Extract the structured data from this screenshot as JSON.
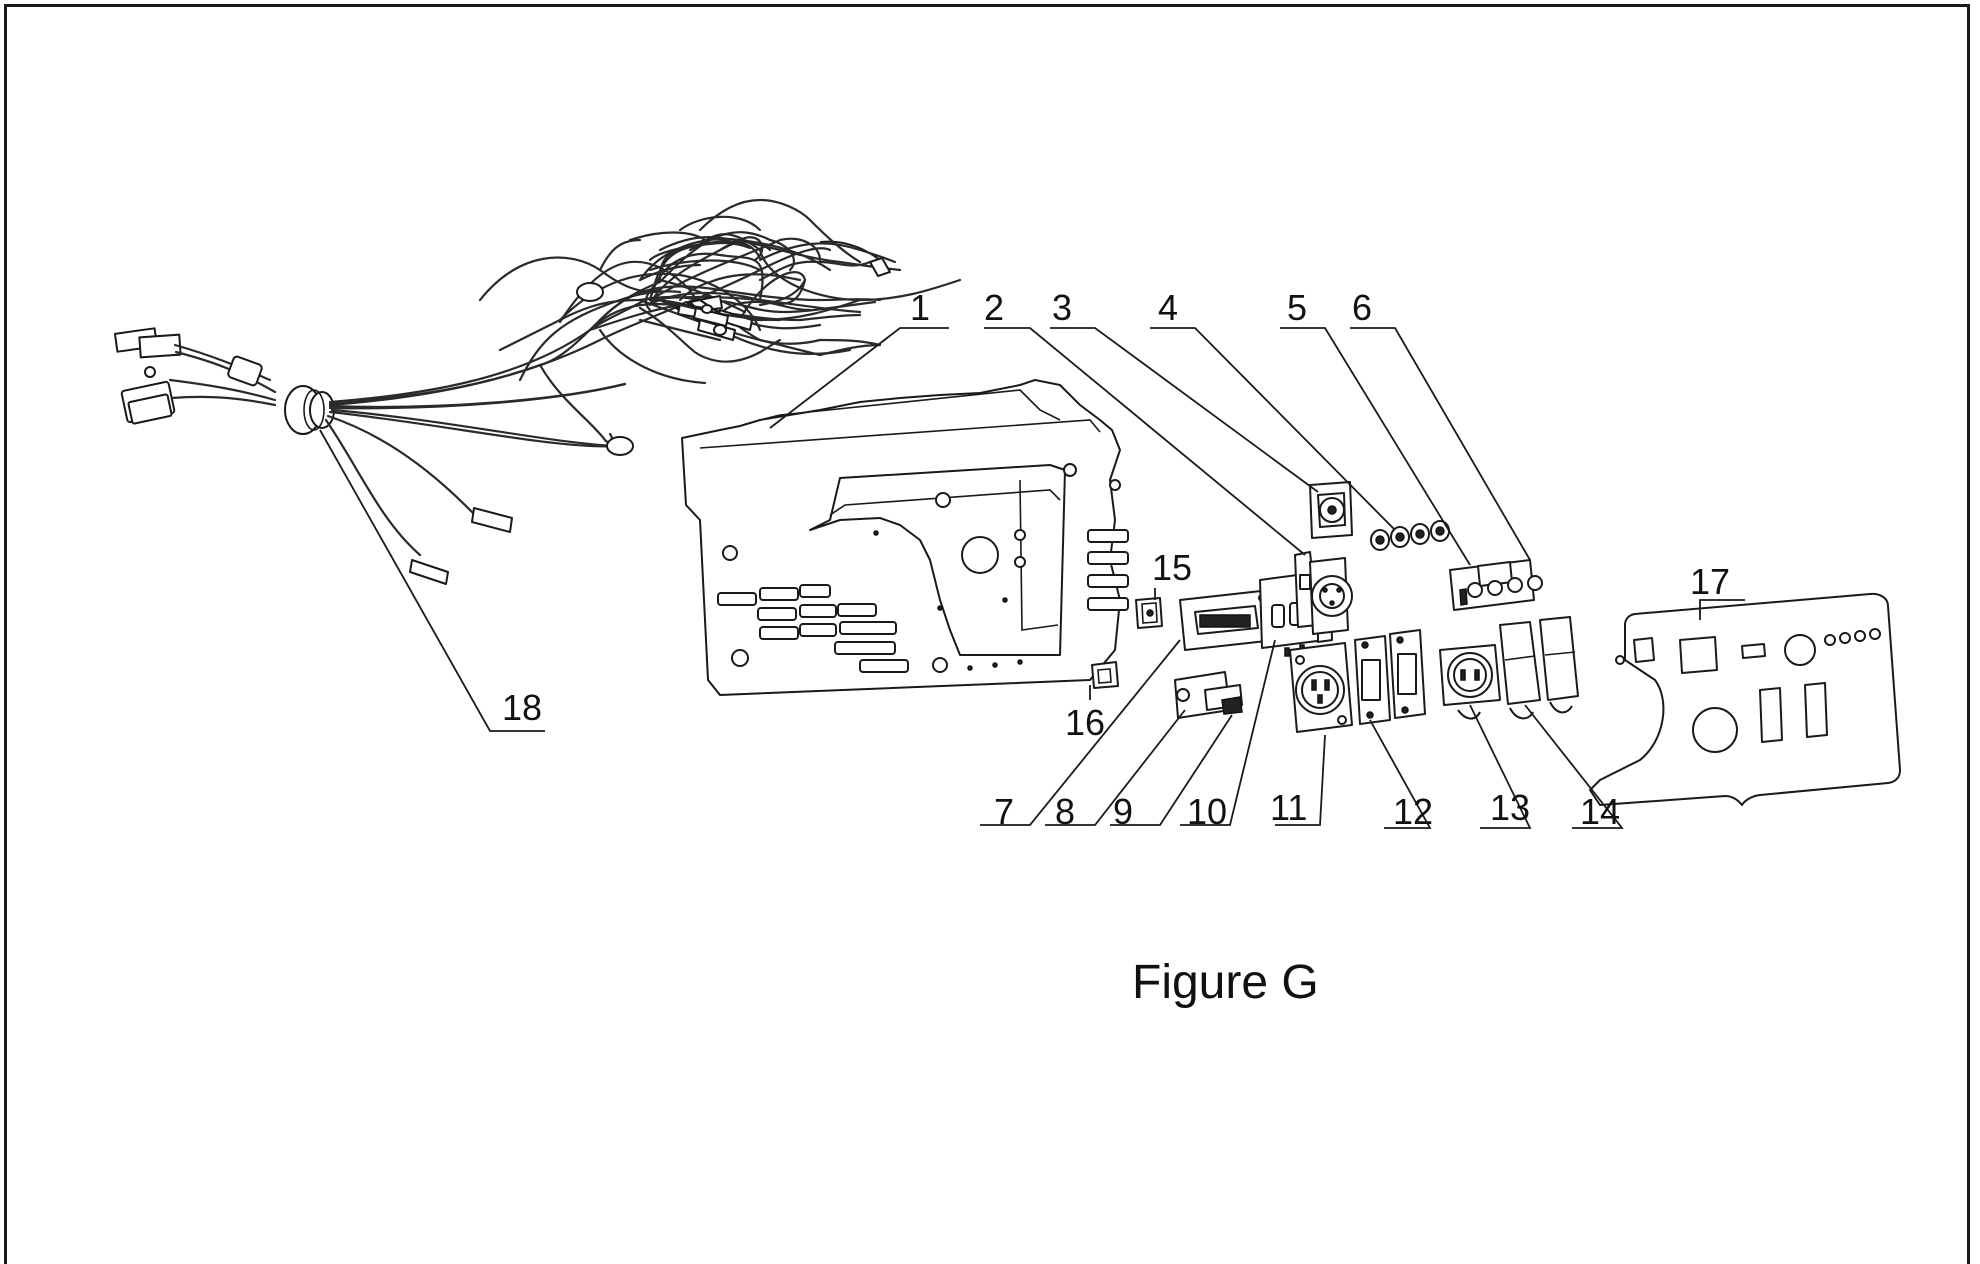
{
  "figure": {
    "caption": "Figure G",
    "callouts": [
      {
        "id": "1",
        "label": "1"
      },
      {
        "id": "2",
        "label": "2"
      },
      {
        "id": "3",
        "label": "3"
      },
      {
        "id": "4",
        "label": "4"
      },
      {
        "id": "5",
        "label": "5"
      },
      {
        "id": "6",
        "label": "6"
      },
      {
        "id": "7",
        "label": "7"
      },
      {
        "id": "8",
        "label": "8"
      },
      {
        "id": "9",
        "label": "9"
      },
      {
        "id": "10",
        "label": "10"
      },
      {
        "id": "11",
        "label": "11"
      },
      {
        "id": "12",
        "label": "12"
      },
      {
        "id": "13",
        "label": "13"
      },
      {
        "id": "14",
        "label": "14"
      },
      {
        "id": "15",
        "label": "15"
      },
      {
        "id": "16",
        "label": "16"
      },
      {
        "id": "17",
        "label": "17"
      },
      {
        "id": "18",
        "label": "18"
      }
    ]
  }
}
